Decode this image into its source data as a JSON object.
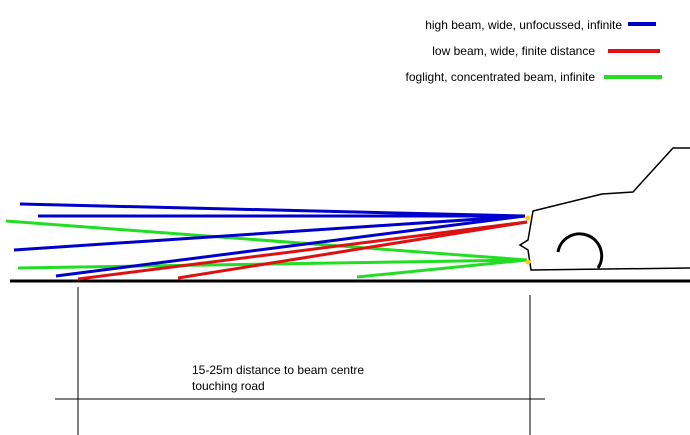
{
  "legend": {
    "items": [
      {
        "label": "high beam, wide, unfocussed, infinite",
        "color": "#0000cc"
      },
      {
        "label": "low beam, wide, finite distance",
        "color": "#dd1111"
      },
      {
        "label": "foglight, concentrated beam, infinite",
        "color": "#22dd22"
      }
    ]
  },
  "caption": {
    "line1": "15-25m distance to beam centre",
    "line2": "touching road"
  },
  "colors": {
    "high_beam": "#0000cc",
    "low_beam": "#dd1111",
    "foglight": "#22dd22",
    "lamp": "#ffcc00",
    "ink": "#000000"
  }
}
